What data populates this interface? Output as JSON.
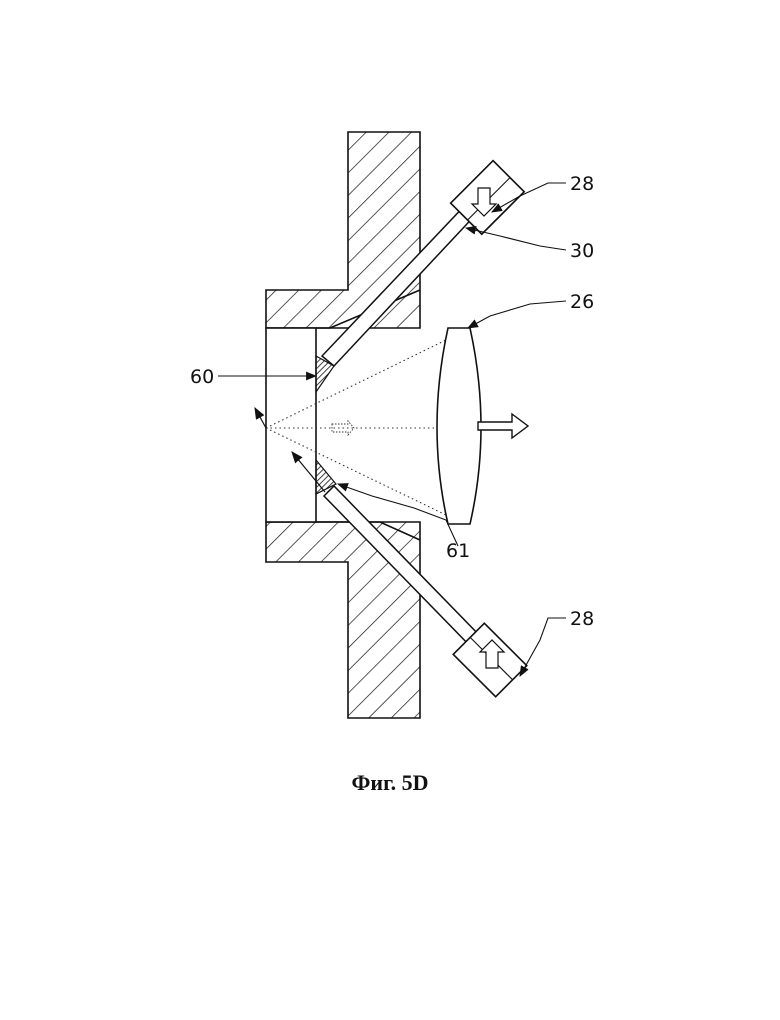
{
  "labels": {
    "l28_top": "28",
    "l30": "30",
    "l26": "26",
    "l60": "60",
    "l61": "61",
    "l28_bottom": "28"
  },
  "caption": "Фиг. 5D"
}
